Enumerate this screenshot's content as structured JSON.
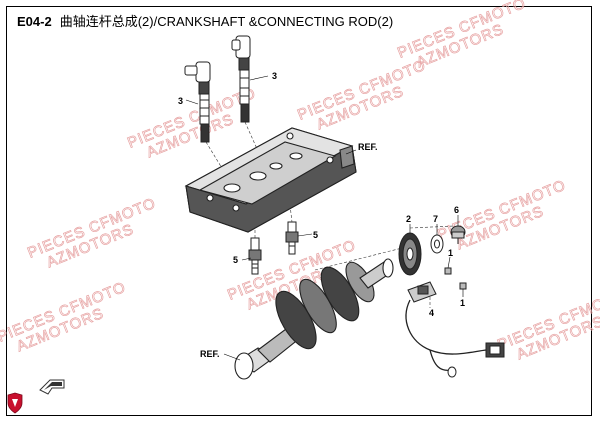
{
  "header": {
    "code": "E04-2",
    "title": "曲轴连杆总成(2)/CRANKSHAFT &CONNECTING ROD(2)"
  },
  "watermark": {
    "line1": "PIECES CFMOTO",
    "line2": "AZMOTORS",
    "color": "#e7a3a3"
  },
  "callouts": {
    "ignition_coil_left": "3",
    "ignition_coil_right": "3",
    "spark_plug_left": "5",
    "spark_plug_right": "5",
    "sprocket": "2",
    "washer": "7",
    "bolt": "6",
    "bolt_small_upper": "1",
    "bolt_small_lower": "1",
    "sensor": "4"
  },
  "refs": {
    "cylinder_head": "REF.",
    "crankshaft": "REF."
  },
  "logo_colors": {
    "shield": "#c8102e",
    "fwd_arrow": "#333333"
  }
}
